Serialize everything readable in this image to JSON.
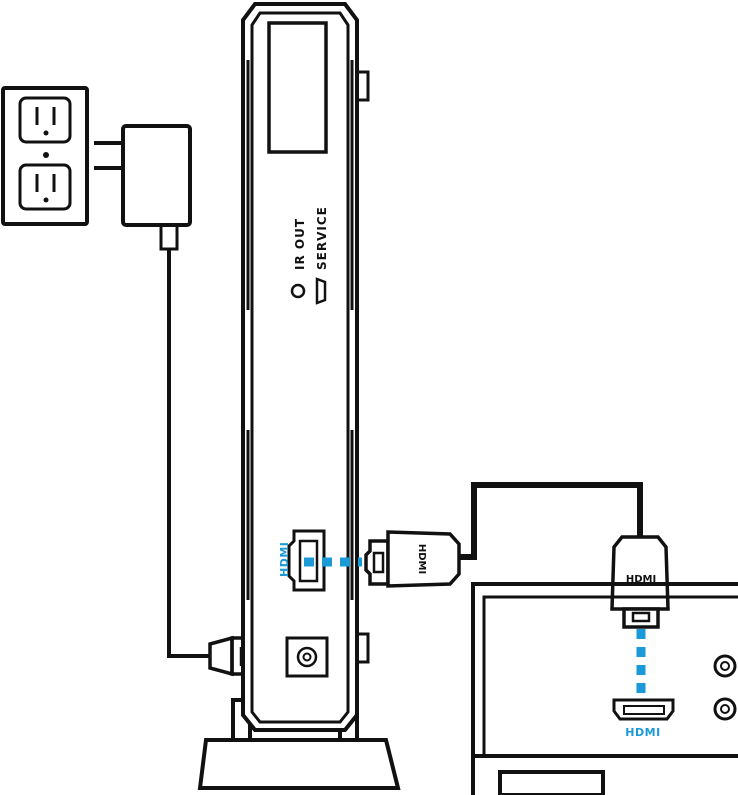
{
  "labels": {
    "ir_out": "IR OUT",
    "service": "SERVICE",
    "hdmi_box_port": "HDMI",
    "hdmi_tv_port": "HDMI",
    "hdmi_cable_plug": "HDMI",
    "hdmi_tv_plug": "HDMI"
  },
  "colors": {
    "line": "#111111",
    "accent": "#1a9ad6",
    "background": "#ffffff"
  },
  "icons": {
    "outlet": "wall-outlet-icon",
    "adapter": "power-adapter-icon",
    "cable_plug": "hdmi-plug-icon"
  }
}
